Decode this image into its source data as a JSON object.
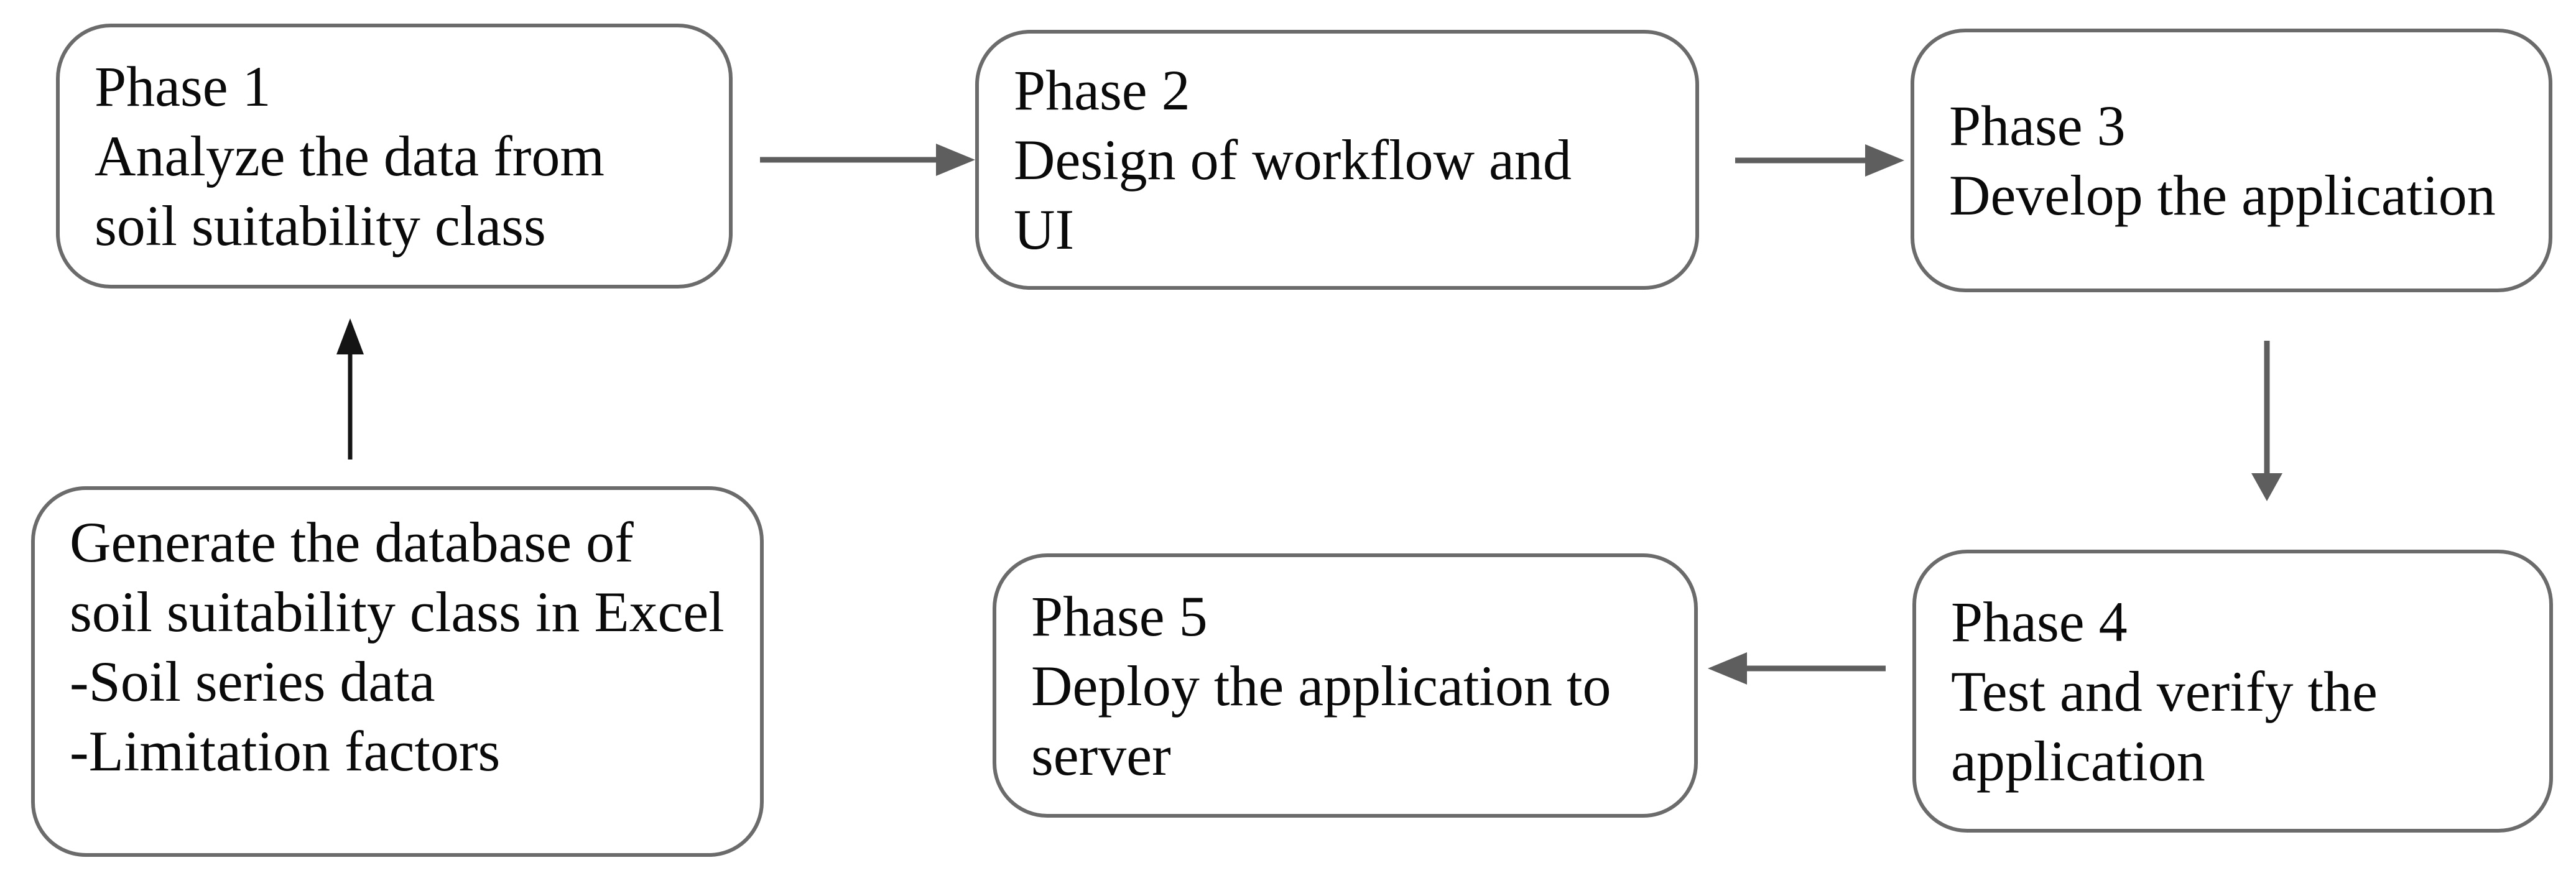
{
  "diagram": {
    "type": "flowchart",
    "background_color": "#ffffff",
    "box_border_color": "#6b6b6b",
    "arrow_color": "#5e5e5e",
    "up_arrow_color": "#141414",
    "text_color": "#0a0a0a",
    "nodes": [
      {
        "id": "phase1",
        "text": "Phase 1\nAnalyze the data from\nsoil suitability class"
      },
      {
        "id": "phase2",
        "text": "Phase 2\nDesign of workflow and\nUI"
      },
      {
        "id": "phase3",
        "text": "Phase 3\nDevelop the application"
      },
      {
        "id": "database",
        "text": "Generate the database of\nsoil suitability class in Excel\n-Soil series data\n-Limitation factors"
      },
      {
        "id": "phase4",
        "text": "Phase 4\nTest and verify the\napplication"
      },
      {
        "id": "phase5",
        "text": "Phase 5\nDeploy the application to\nserver"
      }
    ],
    "edges": [
      {
        "from": "database",
        "to": "phase1",
        "direction": "up"
      },
      {
        "from": "phase1",
        "to": "phase2",
        "direction": "right"
      },
      {
        "from": "phase2",
        "to": "phase3",
        "direction": "right"
      },
      {
        "from": "phase3",
        "to": "phase4",
        "direction": "down"
      },
      {
        "from": "phase4",
        "to": "phase5",
        "direction": "left"
      }
    ]
  }
}
